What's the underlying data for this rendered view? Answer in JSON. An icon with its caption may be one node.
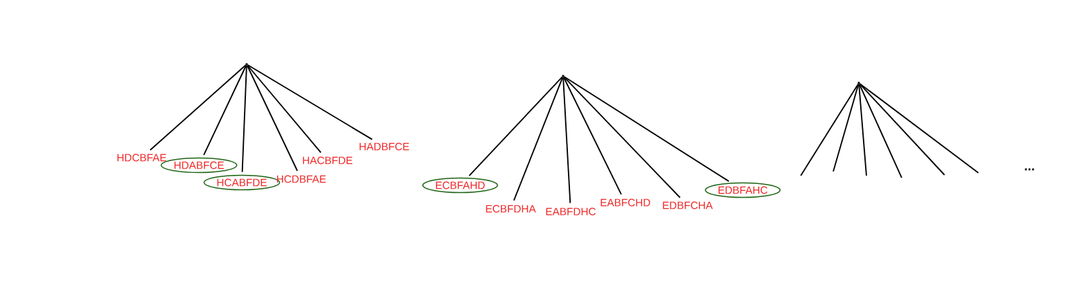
{
  "diagram": {
    "nodes": [
      {
        "text": [],
        "shape": "point"
      },
      {
        "text": [
          "HDCBFAE"
        ]
      },
      {
        "text": [
          "HDABFCE"
        ]
      },
      {
        "text": [
          "HCABFDE"
        ]
      },
      {
        "text": [
          "HCDBFAE"
        ]
      },
      {
        "text": [
          "HACBFDE"
        ]
      },
      {
        "text": [
          "HADBFCE"
        ]
      },
      {
        "text": [],
        "shape": "point"
      },
      {
        "text": [
          "ECBFAHD"
        ]
      },
      {
        "text": [
          "ECBFDHA"
        ]
      },
      {
        "text": [
          "EABFDHC"
        ]
      },
      {
        "text": [
          "EABFCHD"
        ]
      },
      {
        "text": [
          "EDBFCHA"
        ]
      },
      {
        "text": [
          "EDBFAHC"
        ]
      },
      {
        "text": [],
        "shape": "point"
      }
    ],
    "edges": [
      {
        "from": 0,
        "to": 1,
        "arrow": "none"
      },
      {
        "from": 0,
        "to": 2,
        "arrow": "none"
      },
      {
        "from": 0,
        "to": 3,
        "arrow": "none"
      },
      {
        "from": 0,
        "to": 4,
        "arrow": "none"
      },
      {
        "from": 0,
        "to": 5,
        "arrow": "none"
      },
      {
        "from": 0,
        "to": 6,
        "arrow": "none"
      },
      {
        "from": 7,
        "to": 8,
        "arrow": "none"
      },
      {
        "from": 7,
        "to": 9,
        "arrow": "none"
      },
      {
        "from": 7,
        "to": 10,
        "arrow": "none"
      },
      {
        "from": 7,
        "to": 11,
        "arrow": "none"
      },
      {
        "from": 7,
        "to": 12,
        "arrow": "none"
      },
      {
        "from": 7,
        "to": 13,
        "arrow": "none"
      },
      {
        "from": 14,
        "to": null,
        "arrow": "none"
      },
      {
        "from": 14,
        "to": null,
        "arrow": "none"
      },
      {
        "from": 14,
        "to": null,
        "arrow": "none"
      },
      {
        "from": 14,
        "to": null,
        "arrow": "none"
      },
      {
        "from": 14,
        "to": null,
        "arrow": "none"
      },
      {
        "from": 14,
        "to": null,
        "arrow": "none"
      }
    ],
    "labels": [
      "..."
    ]
  }
}
